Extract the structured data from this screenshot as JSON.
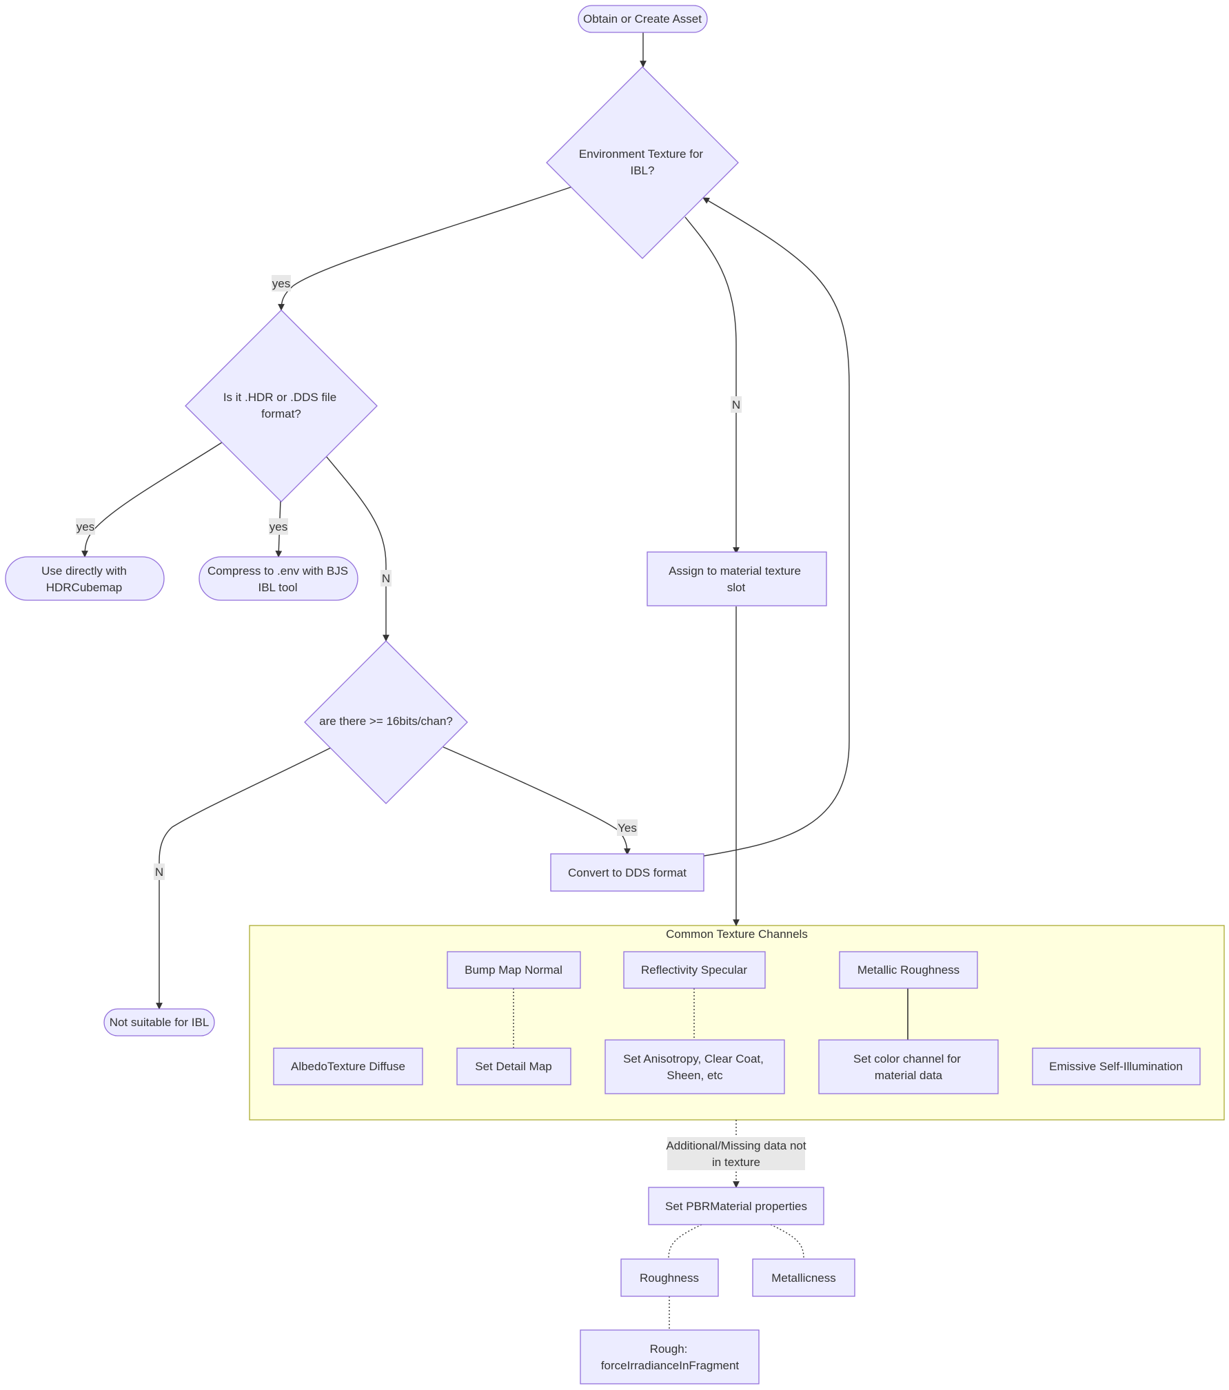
{
  "diagram": {
    "type": "flowchart",
    "nodes": {
      "obtain": {
        "label": "Obtain or Create Asset",
        "shape": "stadium"
      },
      "env": {
        "label_line1": "Environment Texture for",
        "label_line2": "IBL?",
        "shape": "diamond"
      },
      "hdr": {
        "label_line1": "Is it .HDR or .DDS file",
        "label_line2": "format?",
        "shape": "diamond"
      },
      "use_direct": {
        "label_line1": "Use directly with",
        "label_line2": "HDRCubemap",
        "shape": "stadium"
      },
      "compress": {
        "label_line1": "Compress to .env with BJS",
        "label_line2": "IBL tool",
        "shape": "stadium"
      },
      "bits": {
        "label": "are there >= 16bits/chan?",
        "shape": "diamond"
      },
      "convert": {
        "label": "Convert to DDS format",
        "shape": "rect"
      },
      "not_suitable": {
        "label": "Not suitable for IBL",
        "shape": "stadium"
      },
      "assign": {
        "label_line1": "Assign to material texture",
        "label_line2": "slot",
        "shape": "rect"
      },
      "bump": {
        "label": "Bump Map Normal",
        "shape": "rect"
      },
      "reflectivity": {
        "label": "Reflectivity Specular",
        "shape": "rect"
      },
      "metallic": {
        "label": "Metallic Roughness",
        "shape": "rect"
      },
      "albedo": {
        "label": "AlbedoTexture Diffuse",
        "shape": "rect"
      },
      "detail": {
        "label": "Set Detail Map",
        "shape": "rect"
      },
      "aniso": {
        "label_line1": "Set Anisotropy, Clear Coat,",
        "label_line2": "Sheen, etc",
        "shape": "rect"
      },
      "color_channel": {
        "label_line1": "Set color channel for",
        "label_line2": "material data",
        "shape": "rect"
      },
      "emissive": {
        "label": "Emissive Self-Illumination",
        "shape": "rect"
      },
      "pbr": {
        "label": "Set PBRMaterial properties",
        "shape": "rect"
      },
      "roughness": {
        "label": "Roughness",
        "shape": "rect"
      },
      "metallicness": {
        "label": "Metallicness",
        "shape": "rect"
      },
      "rough": {
        "label_line1": "Rough:",
        "label_line2": "forceIrradianceInFragment",
        "shape": "rect"
      }
    },
    "cluster": {
      "label": "Common Texture Channels"
    },
    "edge_labels": {
      "env_yes": "yes",
      "env_n": "N",
      "hdr_yes_left": "yes",
      "hdr_yes_mid": "yes",
      "hdr_n": "N",
      "bits_yes": "Yes",
      "bits_n": "N",
      "missing_line1": "Additional/Missing data not",
      "missing_line2": "in texture"
    },
    "colors": {
      "node_fill": "#ECECFF",
      "node_stroke": "#9370DB",
      "cluster_fill": "#FFFFDE",
      "cluster_stroke": "#AAAA33",
      "edge": "#333333",
      "edge_label_bg": "#E8E8E8",
      "text": "#333333"
    }
  }
}
